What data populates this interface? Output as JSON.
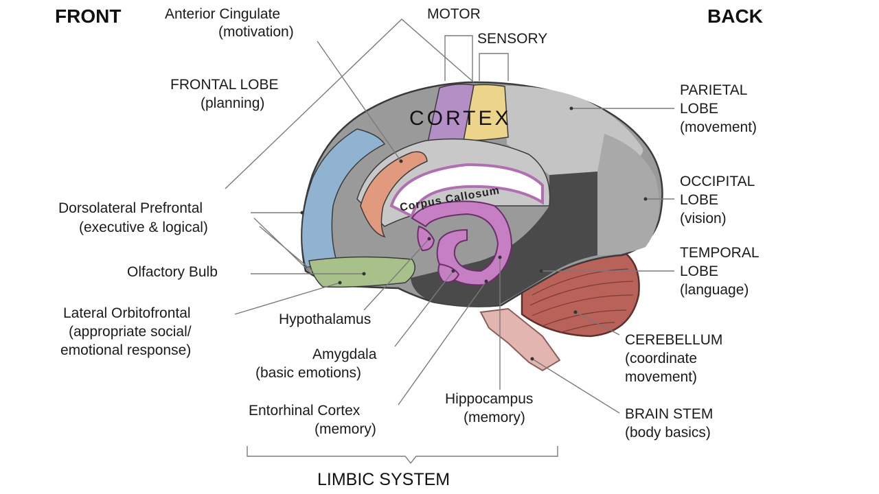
{
  "corner_labels": {
    "front": "FRONT",
    "back": "BACK"
  },
  "top_labels": {
    "motor": "MOTOR",
    "sensory": "SENSORY",
    "cortex": "CORTEX"
  },
  "anterior_cingulate": {
    "name": "Anterior Cingulate",
    "role": "(motivation)"
  },
  "frontal_lobe": {
    "name": "FRONTAL LOBE",
    "role": "(planning)"
  },
  "dorsolateral": {
    "name": "Dorsolateral Prefrontal",
    "role": "(executive & logical)"
  },
  "olfactory": {
    "name": "Olfactory Bulb"
  },
  "orbitofrontal": {
    "name": "Lateral Orbitofrontal",
    "role1": "(appropriate social/",
    "role2": "emotional response)"
  },
  "hypothalamus": {
    "name": "Hypothalamus"
  },
  "amygdala": {
    "name": "Amygdala",
    "role": "(basic emotions)"
  },
  "entorhinal": {
    "name": "Entorhinal Cortex",
    "role": "(memory)"
  },
  "hippocampus": {
    "name": "Hippocampus",
    "role": "(memory)"
  },
  "corpus_callosum": "Corpus Callosum",
  "parietal": {
    "name1": "PARIETAL",
    "name2": "LOBE",
    "role": "(movement)"
  },
  "occipital": {
    "name1": "OCCIPITAL",
    "name2": "LOBE",
    "role": "(vision)"
  },
  "temporal": {
    "name1": "TEMPORAL",
    "name2": "LOBE",
    "role": "(language)"
  },
  "cerebellum": {
    "name": "CEREBELLUM",
    "role1": "(coordinate",
    "role2": "movement)"
  },
  "brain_stem": {
    "name": "BRAIN STEM",
    "role": "(body basics)"
  },
  "limbic_system": "LIMBIC SYSTEM",
  "colors": {
    "cortex_gray": "#9a9a9a",
    "parietal_gray": "#c2c2c2",
    "dark_gray": "#4a4a4a",
    "motor_purple": "#b48fc6",
    "sensory_yellow": "#ecd58a",
    "prefrontal_blue": "#8fb3d1",
    "olfactory_green": "#a8c08a",
    "cingulate_salmon": "#e29a7e",
    "limbic_magenta": "#c77fc4",
    "cerebellum_red": "#b8625a",
    "brainstem_pink": "#e3b5b0"
  }
}
